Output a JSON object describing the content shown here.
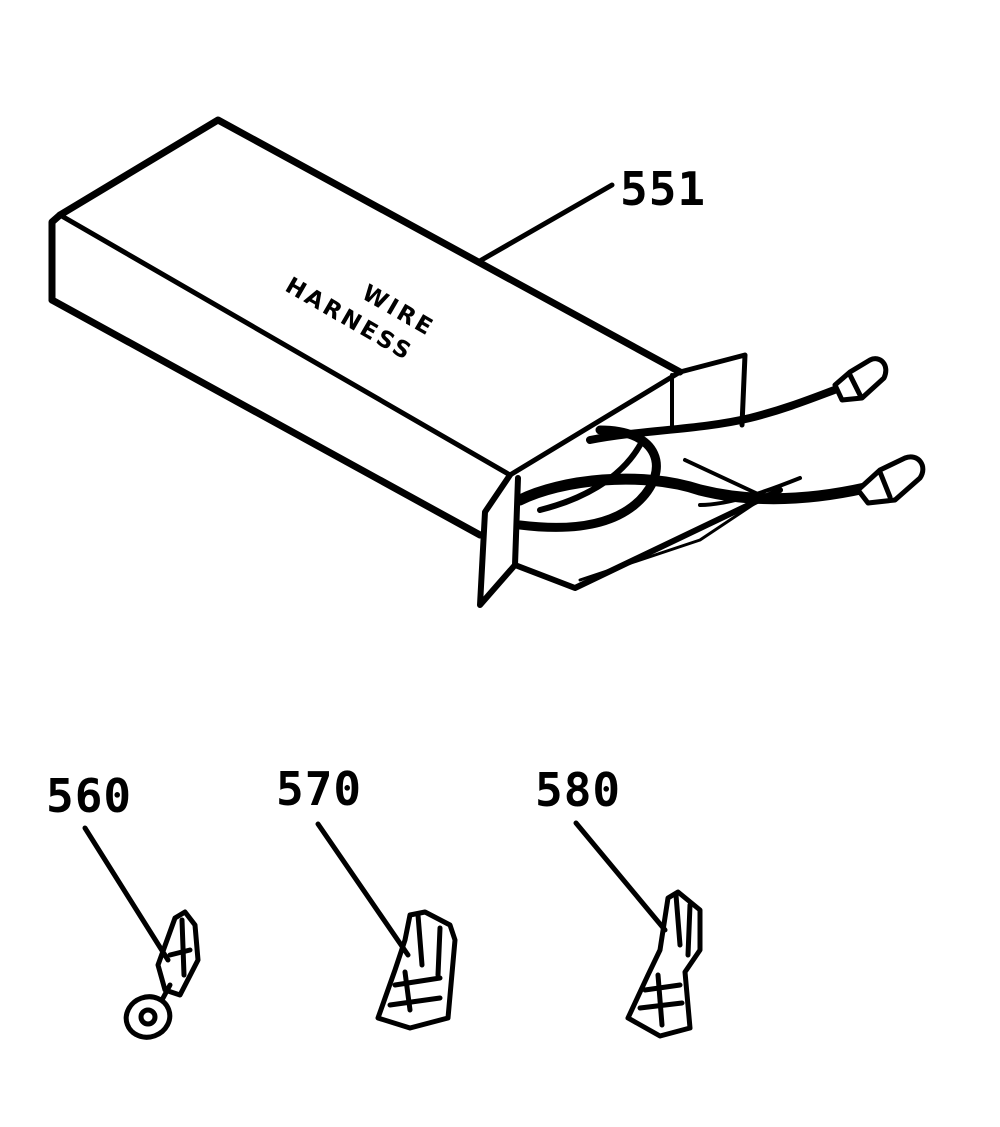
{
  "colors": {
    "ink": "#000000",
    "paper": "#ffffff"
  },
  "box": {
    "label_line1": "WIRE",
    "label_line2": "HARNESS"
  },
  "callouts": {
    "c551": "551",
    "c560": "560",
    "c570": "570",
    "c580": "580"
  }
}
